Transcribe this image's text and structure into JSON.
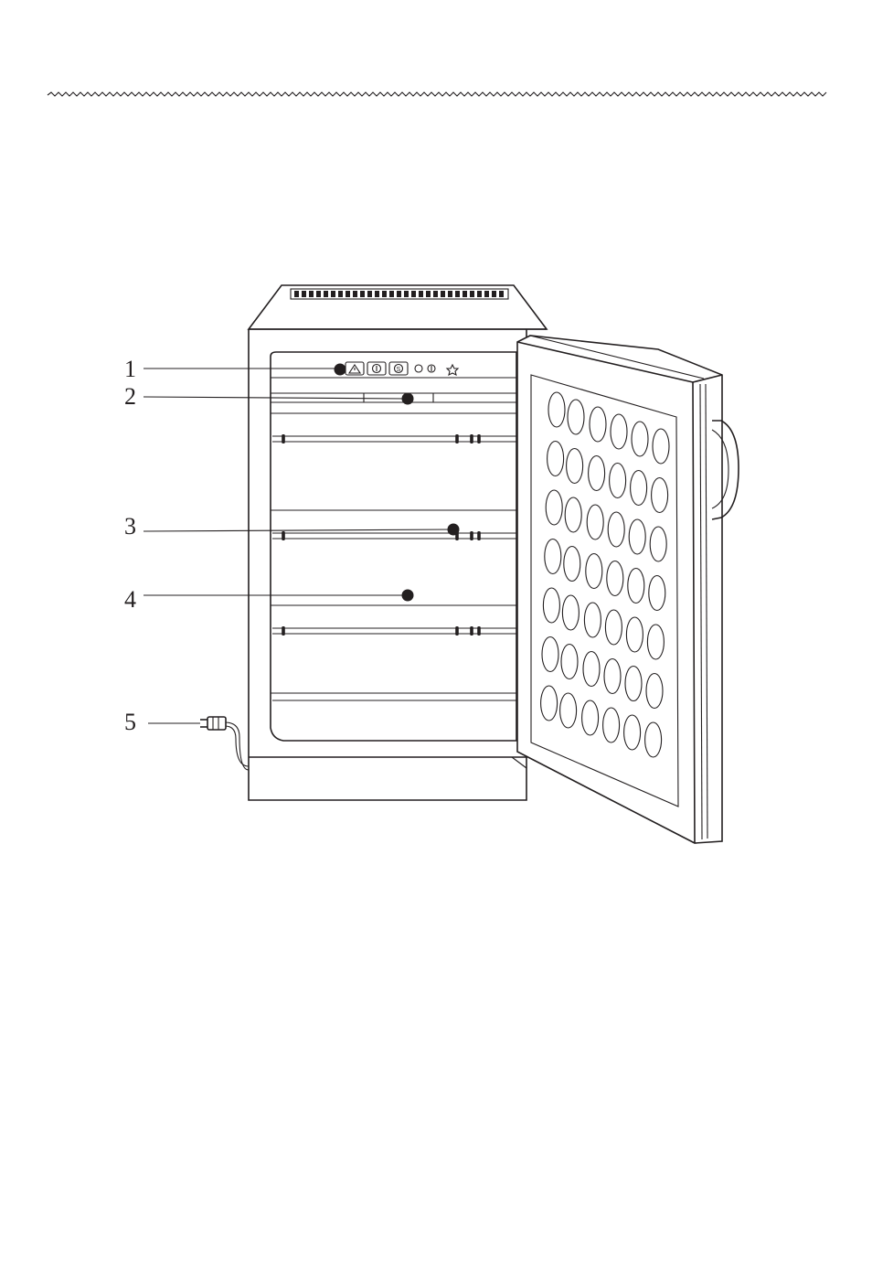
{
  "callouts": [
    {
      "number": "1"
    },
    {
      "number": "2"
    },
    {
      "number": "3"
    },
    {
      "number": "4"
    },
    {
      "number": "5"
    }
  ],
  "colors": {
    "ink": "#231f20",
    "paper": "#ffffff"
  },
  "icons": [
    "warning-triangle-icon",
    "power-icon",
    "s-button-icon",
    "small-round-button-icon",
    "light-icon"
  ]
}
